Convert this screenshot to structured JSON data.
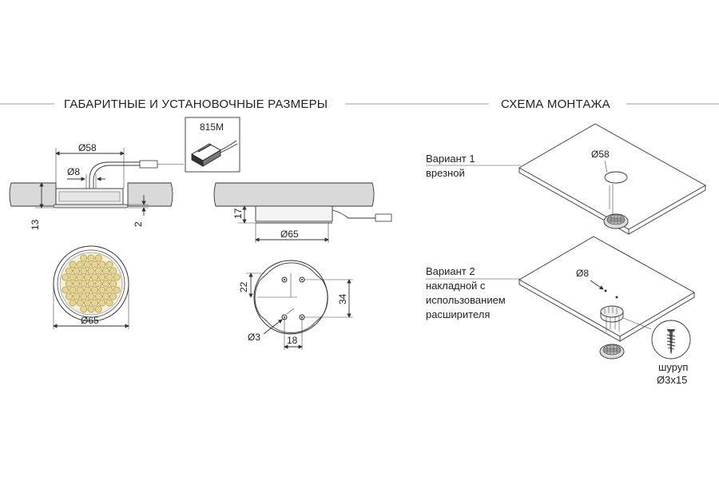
{
  "headers": {
    "dimensions": "ГАБАРИТНЫЕ И УСТАНОВОЧНЫЕ РАЗМЕРЫ",
    "mounting": "СХЕМА МОНТАЖА"
  },
  "connector": {
    "label": "815M"
  },
  "dimensions": {
    "d58": "Ø58",
    "d8": "Ø8",
    "h13": "13",
    "h2": "2",
    "d65_bottom": "Ø65",
    "h17": "17",
    "d65_side": "Ø65",
    "w22": "22",
    "w34": "34",
    "d3": "Ø3",
    "w18": "18"
  },
  "variant1": {
    "title": "Вариант 1",
    "subtitle": "врезной",
    "hole": "Ø58"
  },
  "variant2": {
    "title": "Вариант 2",
    "line2": "накладной с",
    "line3": "использованием",
    "line4": "расширителя",
    "hole": "Ø8"
  },
  "screw": {
    "name": "шуруп",
    "size": "Ø3x15"
  },
  "colors": {
    "led": "#e8d48a",
    "board": "#d9d9d9",
    "line": "#333333"
  }
}
